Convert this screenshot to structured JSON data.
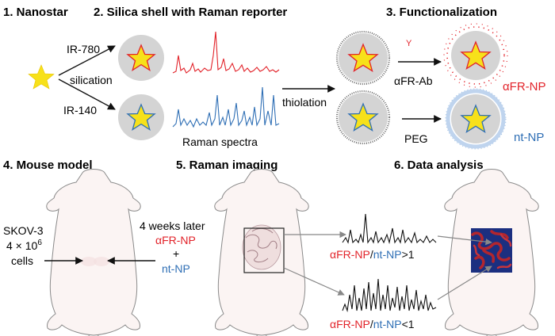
{
  "panels": {
    "p1": {
      "title": "1. Nanostar"
    },
    "p2": {
      "title": "2. Silica shell with Raman reporter"
    },
    "p3": {
      "title": "3. Functionalization"
    },
    "p4": {
      "title": "4. Mouse model"
    },
    "p5": {
      "title": "5. Raman imaging"
    },
    "p6": {
      "title": "6. Data analysis"
    }
  },
  "labels": {
    "ir780": "IR-780",
    "ir140": "IR-140",
    "silication": "silication",
    "raman_spectra": "Raman spectra",
    "thiolation": "thiolation",
    "ab": "αFR-Ab",
    "peg": "PEG",
    "frnp": "αFR-NP",
    "ntnp": "nt-NP",
    "y_symbol": "Y"
  },
  "mouse": {
    "cell_line": "SKOV-3",
    "count_base": "4 × 10",
    "count_exp": "6",
    "cells": "cells",
    "later": "4 weeks later",
    "frnp": "αFR-NP",
    "plus": "+",
    "ntnp": "nt-NP"
  },
  "ratios": {
    "high": {
      "num": "αFR-NP",
      "slash": "/",
      "den": "nt-NP",
      "op": ">1"
    },
    "low": {
      "num": "αFR-NP",
      "slash": "/",
      "den": "nt-NP",
      "op": "<1"
    }
  },
  "colors": {
    "red": "#e2232a",
    "blue": "#2f6fb5",
    "star": "#f7e11a",
    "shell": "#d4d4d4",
    "heatmap_red": "#b3262e",
    "heatmap_blue": "#1b2f80"
  },
  "icons": [
    "nanostar-icon",
    "mouse-icon",
    "antibody-icon"
  ]
}
